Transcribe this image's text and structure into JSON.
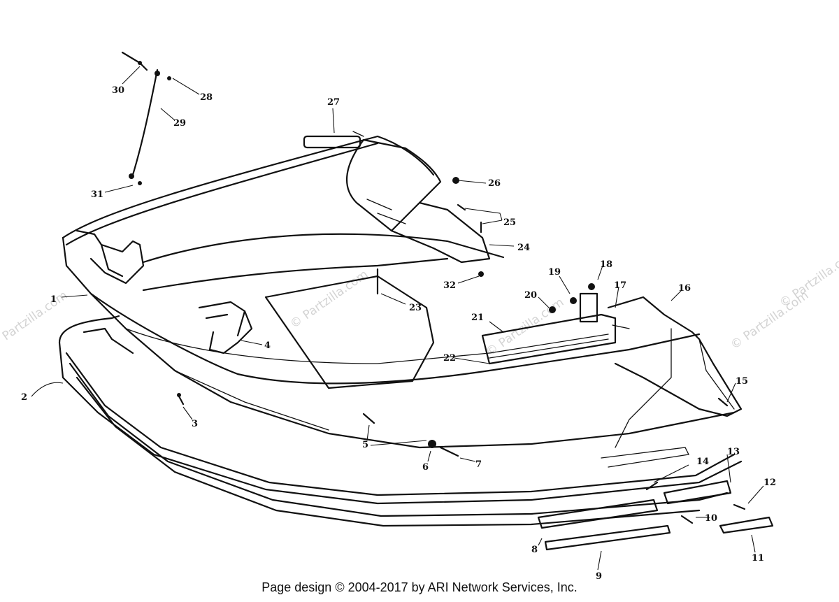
{
  "footer": {
    "copyright": "Page design © 2004-2017 by ARI Network Services, Inc."
  },
  "watermarks": [
    "© Partzilla.com",
    "© Partzilla.com",
    "© Partzilla.com",
    "© Partzilla.com",
    "© Partzilla.com"
  ],
  "callouts": [
    "1",
    "2",
    "3",
    "4",
    "5",
    "6",
    "7",
    "8",
    "9",
    "10",
    "11",
    "12",
    "13",
    "14",
    "15",
    "16",
    "17",
    "18",
    "19",
    "20",
    "21",
    "22",
    "23",
    "24",
    "25",
    "26",
    "27",
    "28",
    "29",
    "30",
    "31",
    "32"
  ]
}
